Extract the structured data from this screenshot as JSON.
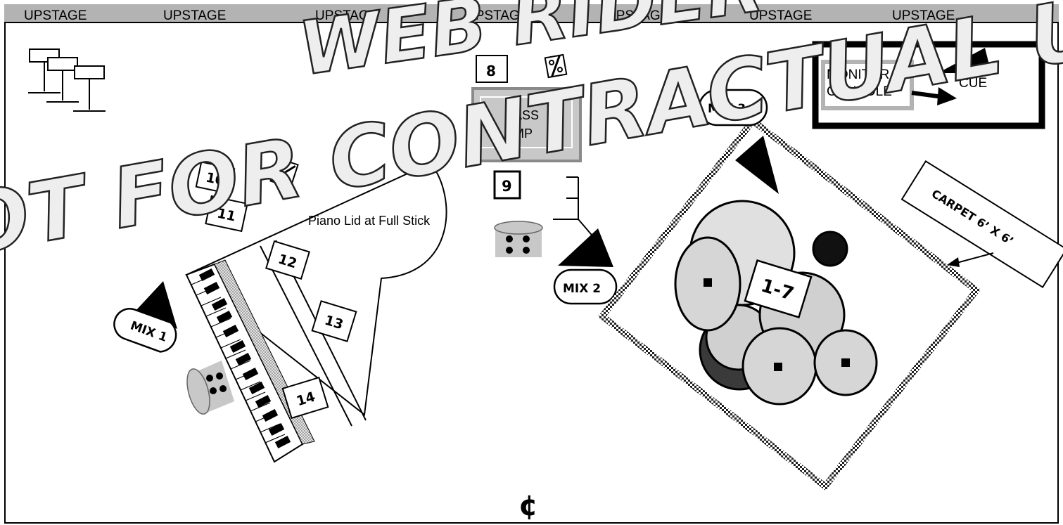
{
  "header": {
    "labels": [
      "UPSTAGE",
      "UPSTAGE",
      "UPSTAGE",
      "UPSTAGE",
      "UPSTAGE",
      "UPSTAGE",
      "UPSTAGE"
    ]
  },
  "watermark": {
    "line1": "WEB RIDER",
    "line2": "NOT FOR CONTRACTUAL USE"
  },
  "inputs": {
    "i8": "8",
    "i9": "9",
    "i10": "10",
    "i11": "11",
    "i12": "12",
    "i13": "13",
    "i14": "14",
    "drums": "1-7"
  },
  "amp": {
    "line1": "BASS",
    "line2": "AMP"
  },
  "monitor": {
    "line1": "MONITOR",
    "line2": "CONSOLE",
    "cue": "CUE"
  },
  "mixes": {
    "mix1": "MIX 1",
    "mix2": "MIX 2",
    "mix3": "MIX 3"
  },
  "piano_note": "Piano Lid at Full Stick",
  "carpet": "CARPET 6’ X 6’",
  "centerline": "¢",
  "colors": {
    "band": "#b3b3b3",
    "shade": "#d0d0d0",
    "dark": "#3a3a3a",
    "amp_fill": "#c8c8c8"
  }
}
